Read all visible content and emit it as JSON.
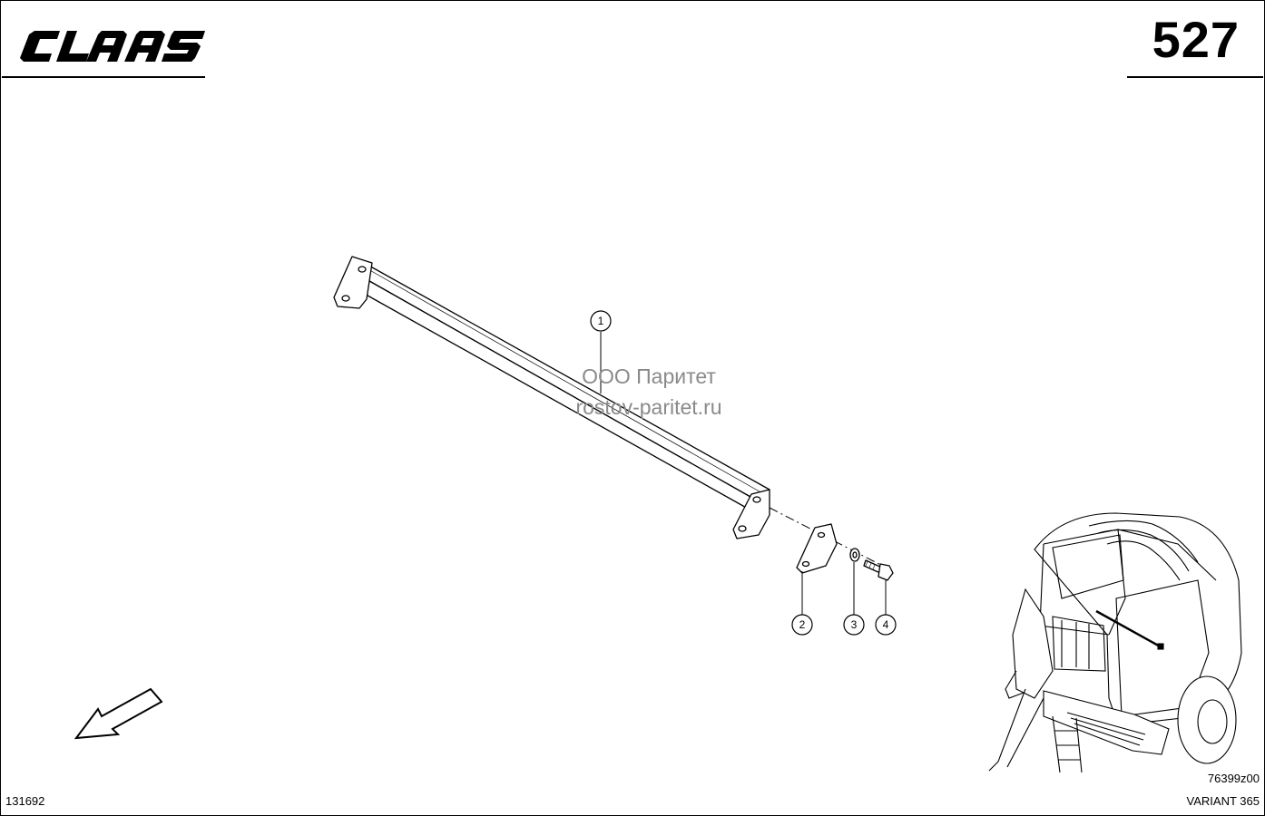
{
  "header": {
    "brand": "CLAAS",
    "page_number": "527"
  },
  "watermark": {
    "line1": "ООО Паритет",
    "line2": "rostov-paritet.ru"
  },
  "callouts": [
    {
      "label": "1"
    },
    {
      "label": "2"
    },
    {
      "label": "3"
    },
    {
      "label": "4"
    }
  ],
  "footer": {
    "drawing_id": "131692",
    "figure_code": "76399z00",
    "model": "VARIANT 365"
  },
  "icons": {
    "brand": "claas-logo",
    "direction": "direction-arrow-icon",
    "overview": "baler-overview-illustration"
  }
}
